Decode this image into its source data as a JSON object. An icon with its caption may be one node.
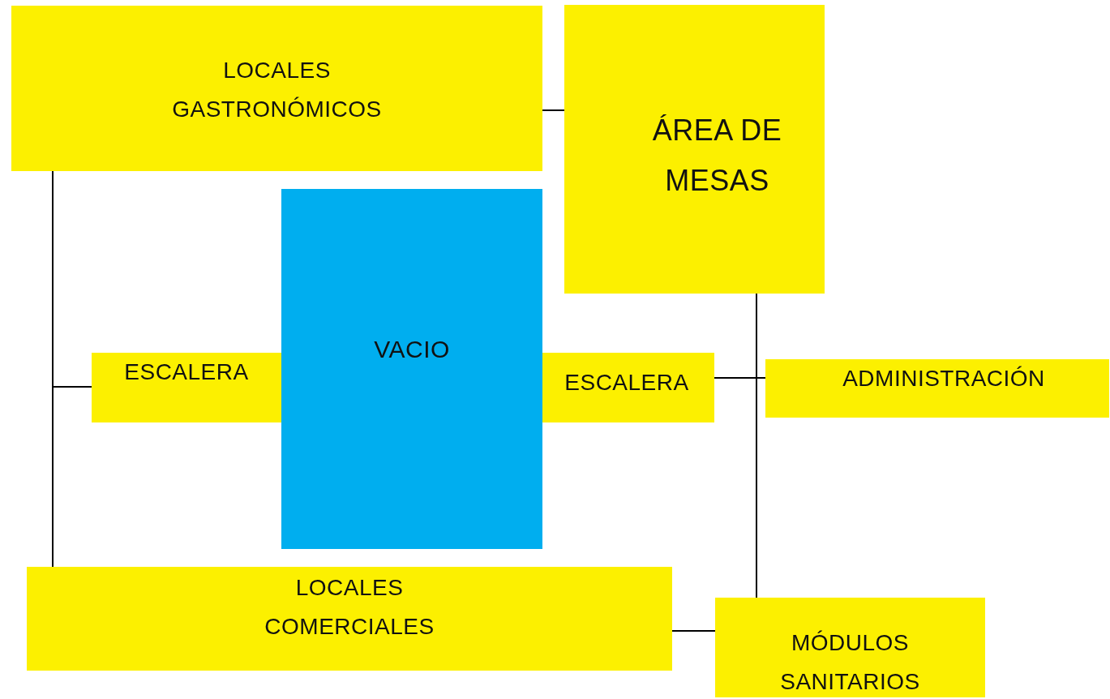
{
  "diagram": {
    "nodes": [
      {
        "text": [
          "LOCALES GASTRONÓMICOS"
        ]
      },
      {
        "text": [
          "ÁREA DE MESAS"
        ]
      },
      {
        "text": [
          "VACIO"
        ]
      },
      {
        "text": [
          "ESCALERA"
        ]
      },
      {
        "text": [
          "ESCALERA"
        ]
      },
      {
        "text": [
          "ADMINISTRACIÓN"
        ]
      },
      {
        "text": [
          "LOCALES COMERCIALES"
        ]
      },
      {
        "text": [
          "MÓDULOS SANITARIOS"
        ]
      }
    ],
    "edges": [
      {
        "from": 0,
        "to": 1,
        "arrow": "none"
      },
      {
        "from": 0,
        "to": 6,
        "arrow": "none"
      },
      {
        "from": 3,
        "to": 0,
        "arrow": "none"
      },
      {
        "from": 1,
        "to": 7,
        "arrow": "none"
      },
      {
        "from": 4,
        "to": 5,
        "arrow": "none"
      },
      {
        "from": 6,
        "to": 7,
        "arrow": "none"
      }
    ]
  }
}
